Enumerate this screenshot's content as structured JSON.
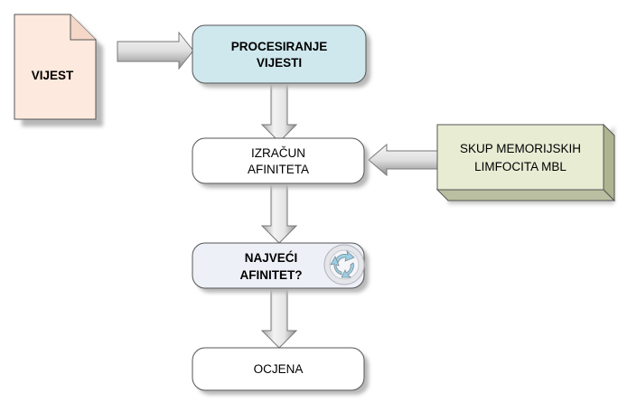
{
  "nodes": {
    "document": {
      "label": "VIJEST",
      "fill": "#fde9dd"
    },
    "processing": {
      "lines": [
        "PROCESIRANJE",
        "VIJESTI"
      ],
      "fill": "#cfe8ee"
    },
    "affinity": {
      "lines": [
        "IZRAČUN",
        "AFINITETA"
      ],
      "fill": "#ffffff"
    },
    "memory": {
      "lines": [
        "SKUP MEMORIJSKIH",
        "LIMFOCITA MBL"
      ],
      "fill": "#e7ecd3"
    },
    "decision": {
      "lines": [
        "NAJVEĆI",
        "AFINITET?"
      ],
      "fill": "#eef0f8",
      "icon": "cycle-icon"
    },
    "evaluation": {
      "label": "OCJENA",
      "fill": "#ffffff"
    }
  },
  "colors": {
    "arrow_light": "#f0f0f0",
    "arrow_dark": "#9a9a9a",
    "shadow": "#b8b8b8",
    "border": "#555555"
  }
}
